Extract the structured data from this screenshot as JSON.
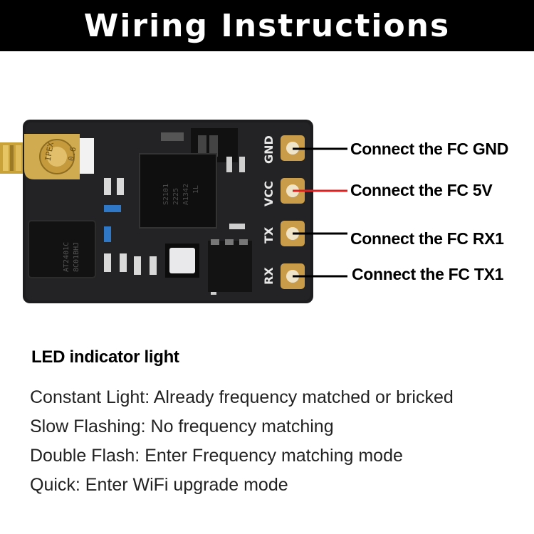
{
  "header": {
    "title": "Wiring Instructions"
  },
  "board": {
    "pin_labels": [
      "GND",
      "VCC",
      "TX",
      "RX"
    ],
    "chip_marking_1": "AT2401C",
    "chip_marking_2": "8C01BHJ",
    "main_chip_marking_1": "S2101",
    "main_chip_marking_2": "2225",
    "main_chip_marking_3": "A1342",
    "main_chip_marking_4": "1L",
    "antenna_marking_1": "IPEX",
    "antenna_marking_2": "0.6"
  },
  "connections": [
    {
      "label": "Connect the FC GND",
      "wire_color": "#000000"
    },
    {
      "label": "Connect the FC 5V",
      "wire_color": "#e02020"
    },
    {
      "label": "Connect the FC RX1",
      "wire_color": "#000000"
    },
    {
      "label": "Connect the FC TX1",
      "wire_color": "#000000"
    }
  ],
  "led": {
    "title": "LED indicator light",
    "modes": [
      "Constant Light: Already frequency matched or bricked",
      "Slow Flashing: No frequency matching",
      "Double Flash: Enter Frequency matching mode",
      "Quick: Enter WiFi upgrade mode"
    ]
  }
}
